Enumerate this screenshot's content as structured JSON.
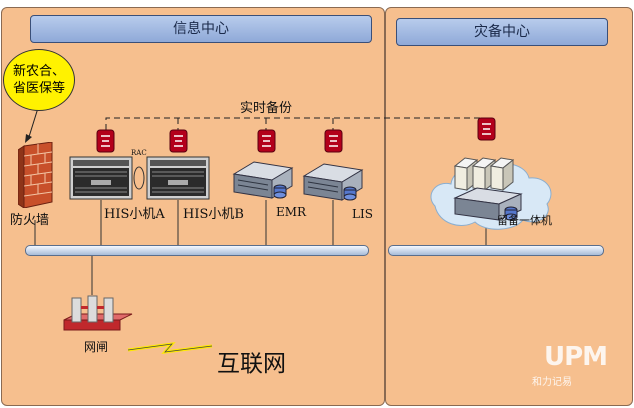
{
  "panels": {
    "info_center": {
      "title": "信息中心"
    },
    "dr_center": {
      "title": "灾备中心"
    }
  },
  "bubble": {
    "line1": "新农合、",
    "line2": "省医保等"
  },
  "link_label": "实时备份",
  "rac_label": "RAC",
  "nodes": {
    "firewall": "防火墙",
    "his_a": "HIS小机A",
    "his_b": "HIS小机B",
    "emr": "EMR",
    "lis": "LIS",
    "backup": "留备一体机",
    "gateway": "网闸",
    "internet": "互联网"
  },
  "watermark": {
    "logo": "UPM",
    "text": "和力记易"
  },
  "colors": {
    "panel_fill": "#f6bf8e",
    "title_fill": "#9fb6e0",
    "bubble_fill": "#fff200",
    "agent_red": "#b3001b"
  }
}
